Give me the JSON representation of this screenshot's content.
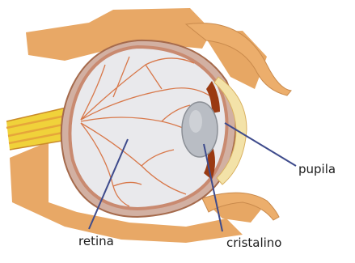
{
  "labels": {
    "retina": "retina",
    "cristalino": "cristalino",
    "pupila": "pupila"
  },
  "colors": {
    "orbit": "#e8a866",
    "eyelid": "#ecae6c",
    "sclera": "#d2b0a2",
    "vitreous": "#e9e9ec",
    "vessel": "#d8784a",
    "optic_nerve": "#f0d23a",
    "lens": "#b9bdc4",
    "iris": "#9a3a12",
    "cornea": "#f3e2a8",
    "pointer": "#3e4b8c"
  }
}
